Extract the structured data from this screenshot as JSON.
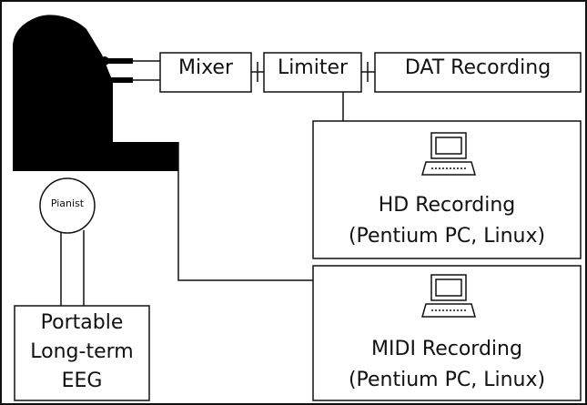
{
  "diagram": {
    "nodes": {
      "mixer": "Mixer",
      "limiter": "Limiter",
      "dat_recording": "DAT Recording",
      "hd_recording": {
        "title": "HD Recording",
        "subtitle": "(Pentium PC, Linux)"
      },
      "midi_recording": {
        "title": "MIDI Recording",
        "subtitle": "(Pentium PC, Linux)"
      },
      "pianist": "Pianist",
      "eeg": {
        "line1": "Portable",
        "line2": "Long-term",
        "line3": "EEG"
      }
    },
    "icons": [
      "grand-piano-icon",
      "microphone-icon",
      "laptop-icon"
    ],
    "colors": {
      "stroke": "#111111",
      "fill": "#ffffff",
      "piano": "#000000"
    }
  }
}
